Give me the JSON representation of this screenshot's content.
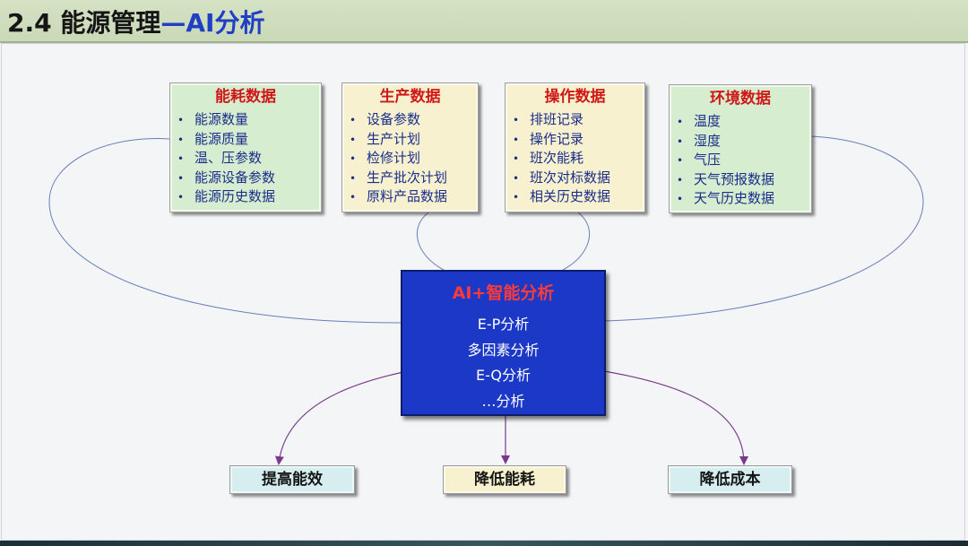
{
  "slide": {
    "title_prefix": "2.4 能源管理",
    "title_accent": "—AI分析"
  },
  "sources": [
    {
      "title": "能耗数据",
      "items": [
        "能源数量",
        "能源质量",
        "温、压参数",
        "能源设备参数",
        "能源历史数据"
      ]
    },
    {
      "title": "生产数据",
      "items": [
        "设备参数",
        "生产计划",
        "检修计划",
        "生产批次计划",
        "原料产品数据"
      ]
    },
    {
      "title": "操作数据",
      "items": [
        "排班记录",
        "操作记录",
        "班次能耗",
        "班次对标数据",
        "相关历史数据"
      ]
    },
    {
      "title": "环境数据",
      "items": [
        "温度",
        "湿度",
        "气压",
        "天气预报数据",
        "天气历史数据"
      ]
    }
  ],
  "bullet_glyph": "•",
  "analysis": {
    "title": "AI+智能分析",
    "items": [
      "E-P分析",
      "多因素分析",
      "E-Q分析",
      "…分析"
    ]
  },
  "outcomes": [
    "提高能效",
    "降低能耗",
    "降低成本"
  ],
  "colors": {
    "header_bg": "#cfdebb",
    "source_title": "#d01818",
    "source_text": "#1a2d8a",
    "center_bg": "#1b38c6",
    "center_title": "#ff3a3a",
    "connector": "#6a7fb8",
    "arrow": "#7a3a8c"
  }
}
